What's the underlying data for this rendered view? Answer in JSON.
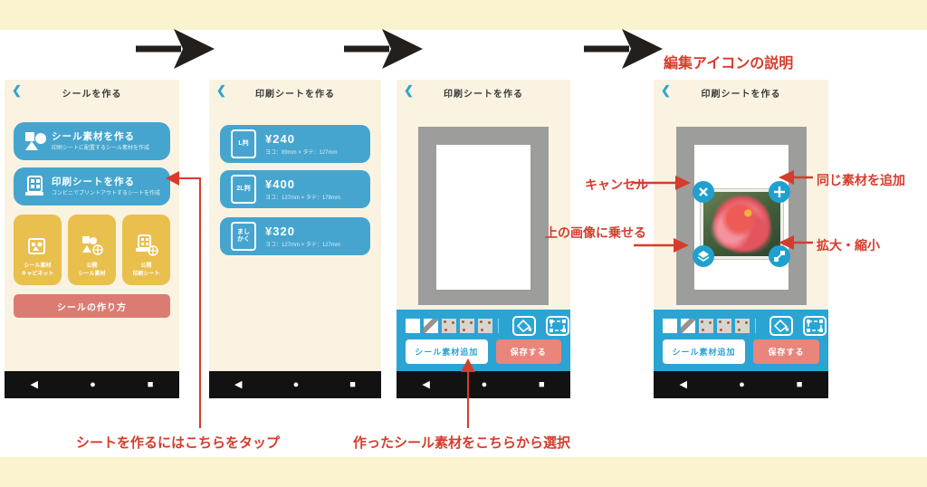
{
  "colors": {
    "accent_blue": "#45A5CF",
    "toolbar_blue": "#2BA4D4",
    "edit_icon_blue": "#1FA0CF",
    "tile_yellow": "#E9BF4D",
    "salmon": "#DC7B72",
    "save_salmon": "#E9857B",
    "annotation_red": "#D63C2C",
    "page_yellow": "#FBF3CF",
    "phone_cream": "#FAF3E2"
  },
  "common": {
    "back_icon": "❮"
  },
  "navbar": {
    "back": "◀",
    "home": "●",
    "recent": "■"
  },
  "screen1": {
    "title": "シールを作る",
    "buttons": [
      {
        "title": "シール素材を作る",
        "subtitle": "印刷シートに配置するシール素材を作成"
      },
      {
        "title": "印刷シートを作る",
        "subtitle": "コンビニでプリントアウトするシートを作成"
      }
    ],
    "tiles": [
      {
        "label1": "シール素材",
        "label2": "キャビネット"
      },
      {
        "label1": "公開",
        "label2": "シール素材"
      },
      {
        "label1": "公開",
        "label2": "印刷シート"
      }
    ],
    "howto_label": "シールの作り方"
  },
  "screen2": {
    "title": "印刷シートを作る",
    "items": [
      {
        "size": "L判",
        "price": "¥240",
        "dims": "ヨコ：89mm × タテ：127mm"
      },
      {
        "size": "2L判",
        "price": "¥400",
        "dims": "ヨコ：127mm × タテ：178mm"
      },
      {
        "size": "ましかく",
        "price": "¥320",
        "dims": "ヨコ：127mm × タテ：127mm"
      }
    ]
  },
  "editor": {
    "title": "印刷シートを作る",
    "add_material_label": "シール素材追加",
    "save_label": "保存する"
  },
  "annotations": {
    "edit_icons_title": "編集アイコンの説明",
    "cancel_label": "キャンセル",
    "add_same_label": "同じ素材を追加",
    "overlay_label": "上の画像に乗せる",
    "scale_label": "拡大・縮小",
    "tap_to_create": "シートを作るにはこちらをタップ",
    "select_material": "作ったシール素材をこちらから選択"
  }
}
